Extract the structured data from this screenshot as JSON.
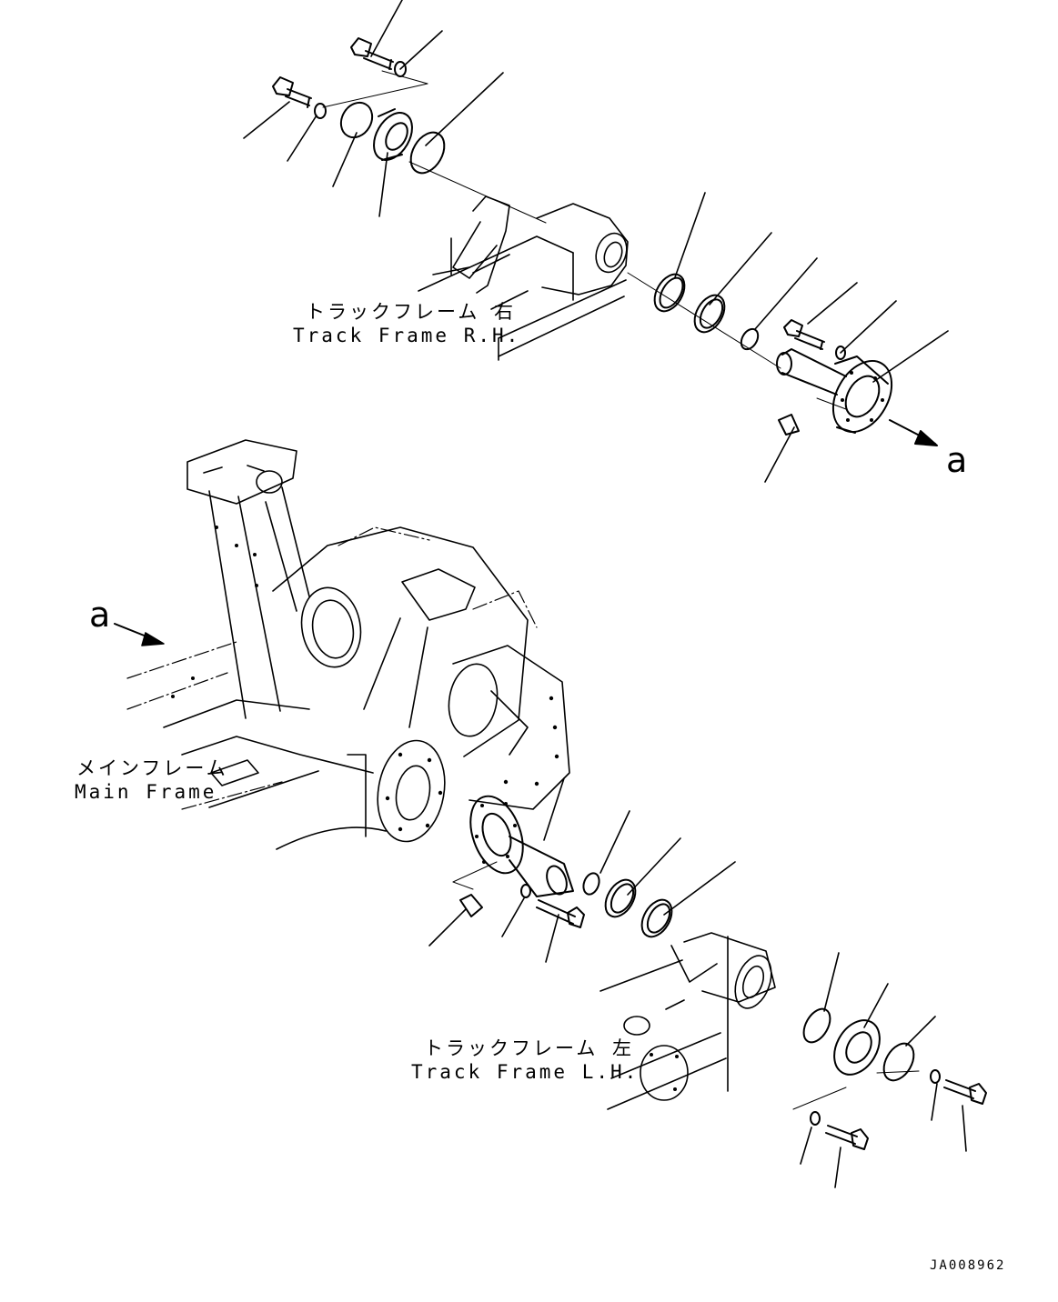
{
  "labels": {
    "track_frame_rh_jp": "トラックフレーム 右",
    "track_frame_rh_en": "Track Frame R.H.",
    "main_frame_jp": "メインフレーム",
    "main_frame_en": "Main Frame",
    "track_frame_lh_jp": "トラックフレーム 左",
    "track_frame_lh_en": "Track Frame L.H."
  },
  "references": {
    "view_a_upper": "a",
    "view_a_lower": "a"
  },
  "drawing_code": "JA008962"
}
